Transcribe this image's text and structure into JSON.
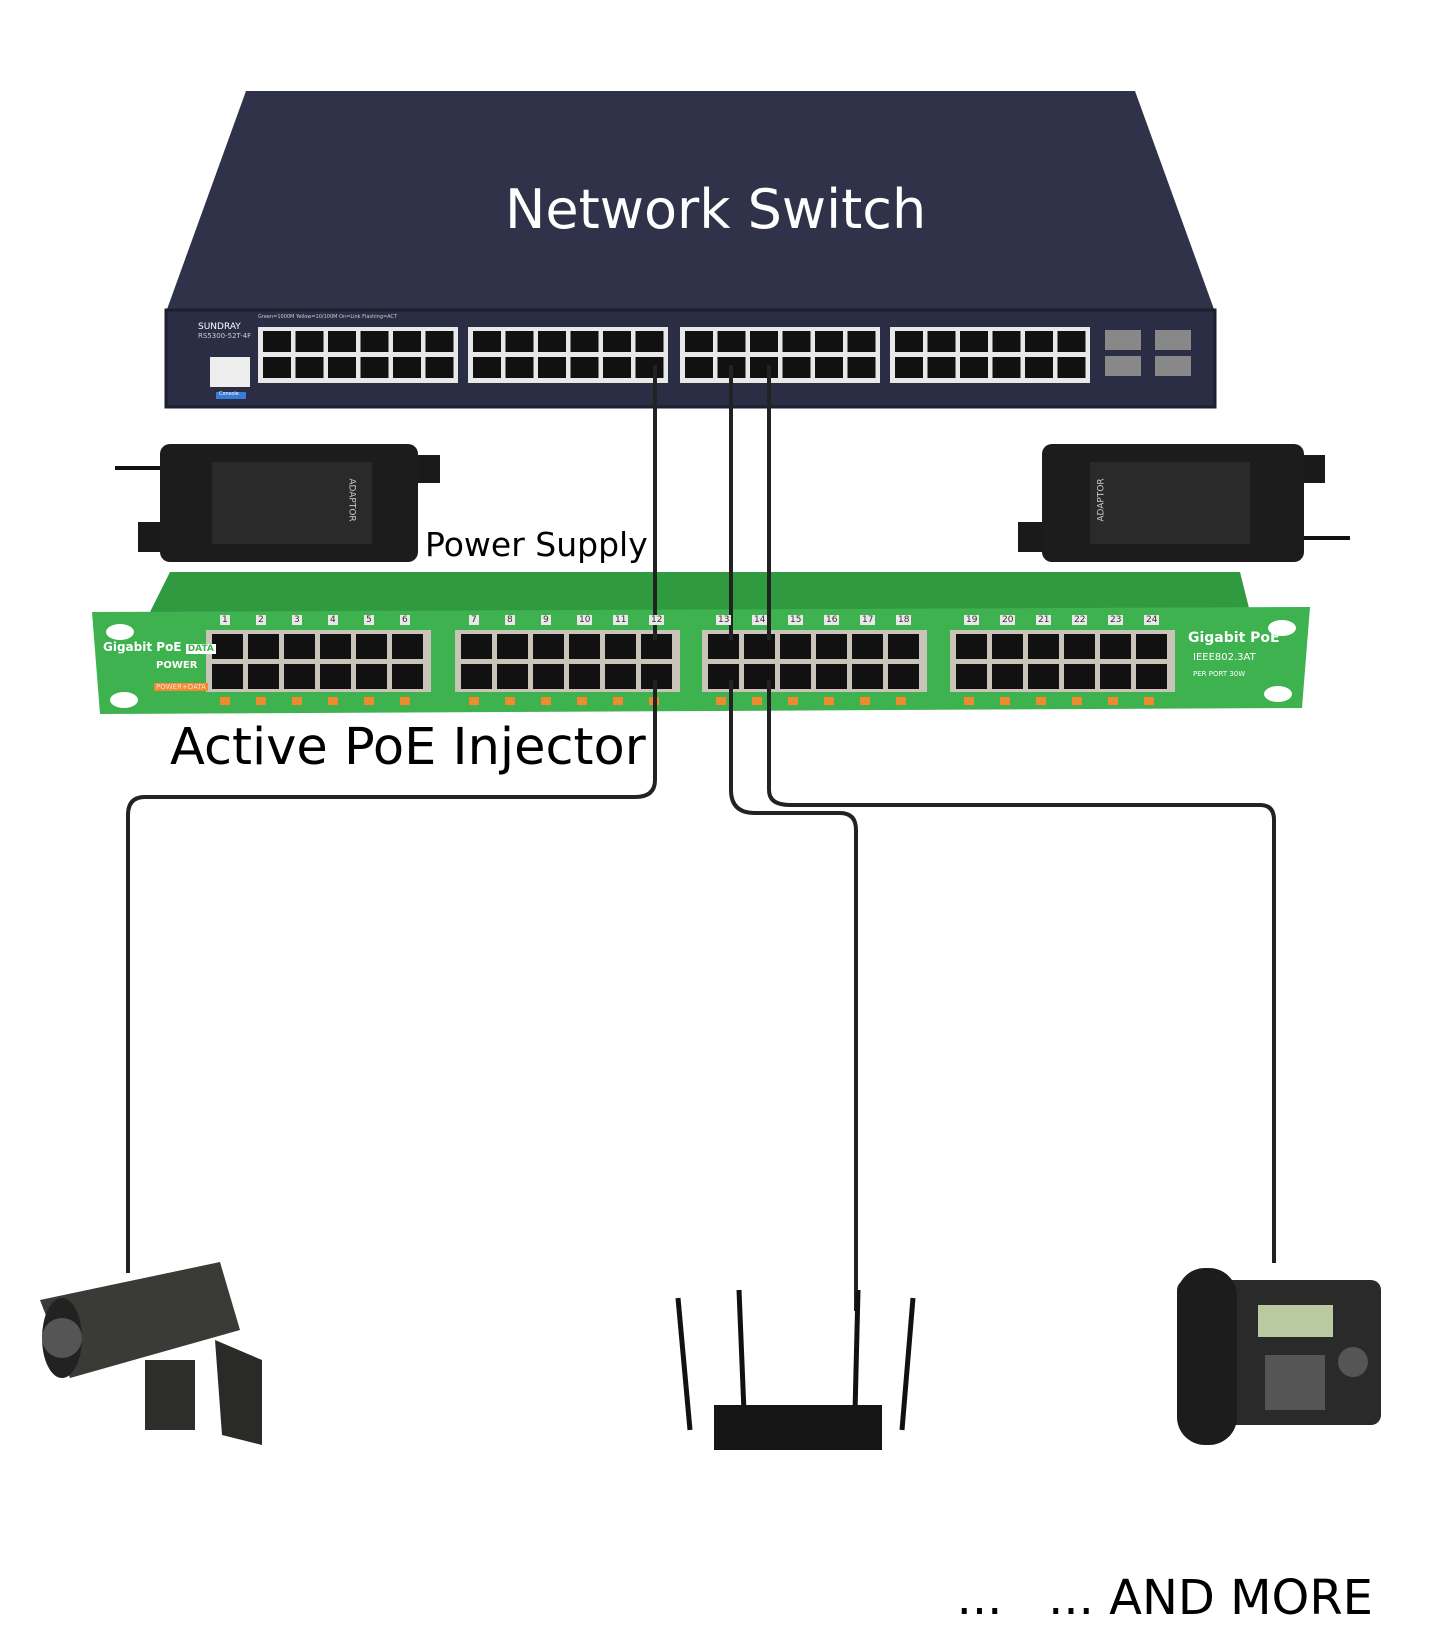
{
  "switch": {
    "title": "Network Switch",
    "brand": "SUNDRAY",
    "model": "RS5300-52T-4F",
    "legend": "Green=1000M  Yellow=10/100M  On=Link  Flashing=ACT",
    "console_label": "Console",
    "color": "#2d3047"
  },
  "power_supply": {
    "label": "Power Supply",
    "adaptor_text": "ADAPTOR"
  },
  "injector": {
    "label": "Active PoE Injector",
    "left_badge": "Gigabit PoE",
    "data_tag": "DATA",
    "power_text": "POWER",
    "power_data_tag": "POWER+DATA",
    "right_title": "Gigabit PoE",
    "right_standard": "IEEE802.3AT",
    "right_power": "PER PORT 30W",
    "color": "#3db24f",
    "port_numbers": [
      "1",
      "2",
      "3",
      "4",
      "5",
      "6",
      "7",
      "8",
      "9",
      "10",
      "11",
      "12",
      "13",
      "14",
      "15",
      "16",
      "17",
      "18",
      "19",
      "20",
      "21",
      "22",
      "23",
      "24"
    ]
  },
  "devices": [
    "ip-camera",
    "wireless-router",
    "ip-phone"
  ],
  "footer": {
    "more_text": "...   ... AND MORE"
  }
}
